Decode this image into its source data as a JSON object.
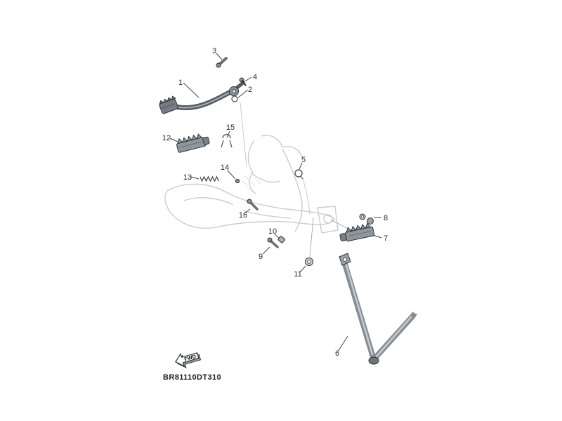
{
  "diagram": {
    "code": "BR81110DT310",
    "fwd_label": "FWD",
    "callouts": [
      {
        "label": "1"
      },
      {
        "label": "2"
      },
      {
        "label": "3"
      },
      {
        "label": "4"
      },
      {
        "label": "5"
      },
      {
        "label": "6"
      },
      {
        "label": "7"
      },
      {
        "label": "8"
      },
      {
        "label": "9"
      },
      {
        "label": "10"
      },
      {
        "label": "11"
      },
      {
        "label": "12"
      },
      {
        "label": "13"
      },
      {
        "label": "14"
      },
      {
        "label": "15"
      },
      {
        "label": "16"
      }
    ],
    "colors": {
      "background": "#ffffff",
      "ghost_outline": "#c8cdd2",
      "part_fill": "#8f969c",
      "part_dark": "#565c62",
      "line": "#333333"
    }
  }
}
